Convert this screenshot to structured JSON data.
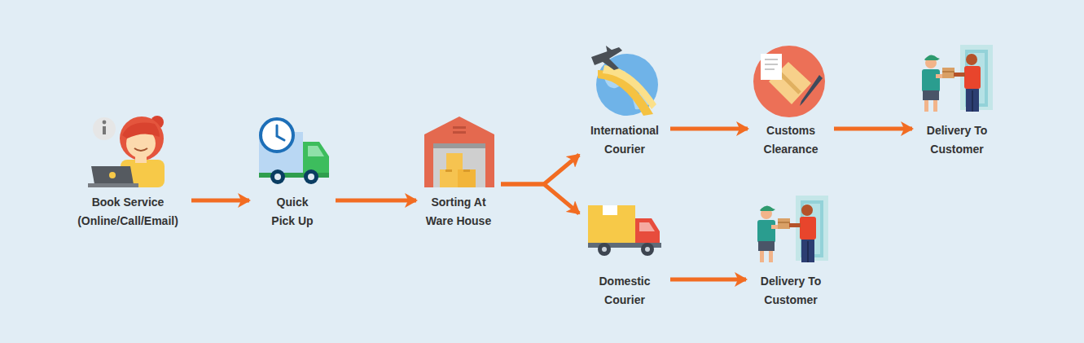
{
  "diagram": {
    "nodes": [
      {
        "text": [
          "Book Service (Online/Call/Email)"
        ]
      },
      {
        "text": [
          "Quick Pick Up"
        ]
      },
      {
        "text": [
          "Sorting At Ware House"
        ]
      },
      {
        "text": [
          "International Courier"
        ]
      },
      {
        "text": [
          "Customs Clearance"
        ]
      },
      {
        "text": [
          "Delivery To Customer"
        ]
      },
      {
        "text": [
          "Domestic Courier"
        ]
      },
      {
        "text": [
          "Delivery To Customer"
        ]
      }
    ],
    "edges": [
      {
        "from": 0,
        "to": 1,
        "arrow": "to"
      },
      {
        "from": 1,
        "to": 2,
        "arrow": "to"
      },
      {
        "from": 2,
        "to": 3,
        "arrow": "to"
      },
      {
        "from": 2,
        "to": 6,
        "arrow": "to"
      },
      {
        "from": 3,
        "to": 4,
        "arrow": "to"
      },
      {
        "from": 4,
        "to": 5,
        "arrow": "to"
      },
      {
        "from": 6,
        "to": 7,
        "arrow": "to"
      }
    ]
  }
}
